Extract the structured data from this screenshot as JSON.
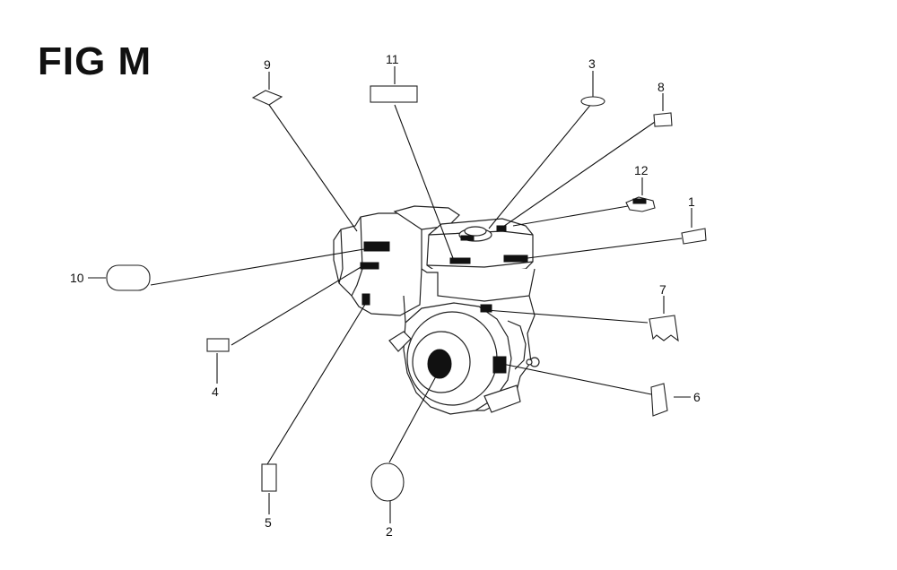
{
  "figure": {
    "title": "FIG M"
  },
  "callouts": {
    "c1": "1",
    "c2": "2",
    "c3": "3",
    "c4": "4",
    "c5": "5",
    "c6": "6",
    "c7": "7",
    "c8": "8",
    "c9": "9",
    "c10": "10",
    "c11": "11",
    "c12": "12"
  }
}
